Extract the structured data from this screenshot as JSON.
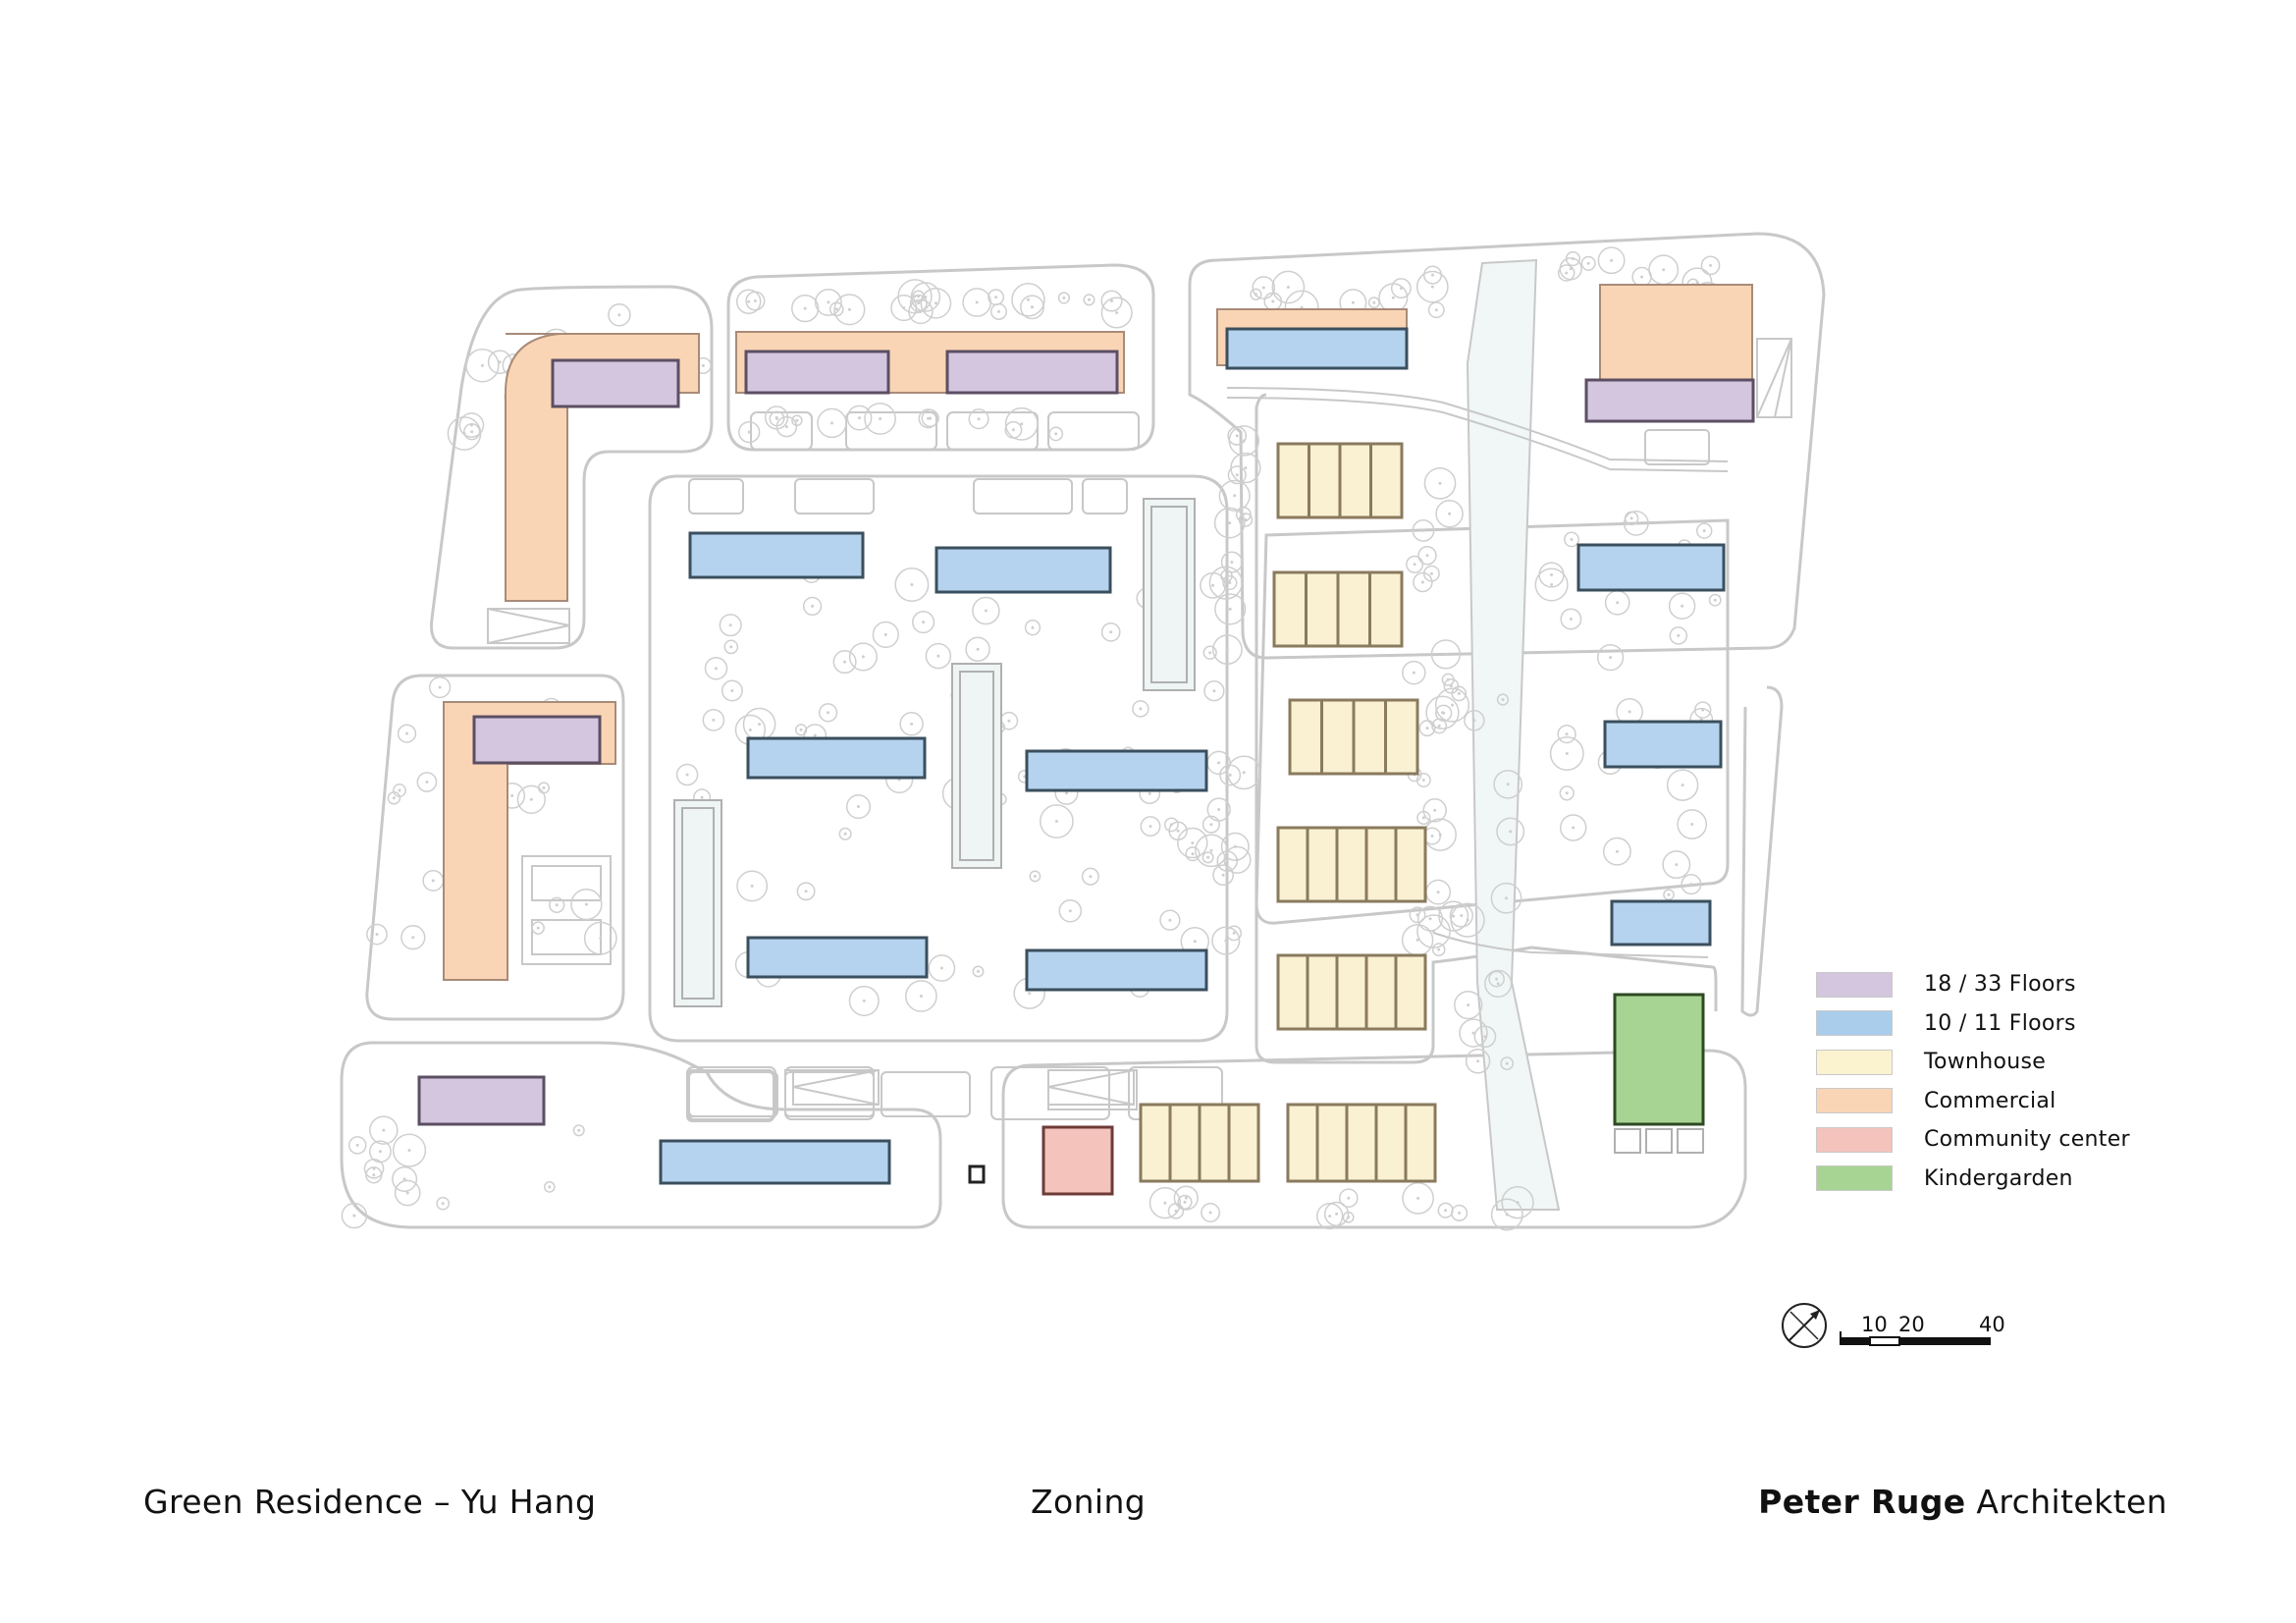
{
  "legend": {
    "items": [
      {
        "label": "18 / 33 Floors",
        "color": "#d4c6df"
      },
      {
        "label": "10 / 11 Floors",
        "color": "#a9cdea"
      },
      {
        "label": "Townhouse",
        "color": "#fbf2cf"
      },
      {
        "label": "Commercial",
        "color": "#fad5b5"
      },
      {
        "label": "Community center",
        "color": "#f4c3bc"
      },
      {
        "label": "Kindergarden",
        "color": "#a8d493"
      }
    ]
  },
  "scale_bar": {
    "label_10": "10",
    "label_20": "20",
    "label_40": "40"
  },
  "footer": {
    "project": "Green Residence – Yu Hang",
    "drawing": "Zoning",
    "office_bold": "Peter Ruge",
    "office_rest": " Architekten"
  },
  "colors": {
    "tall": "#d4c6df",
    "mid": "#b5d3ee",
    "townhouse": "#f9f1d1",
    "commercial": "#fad5b5",
    "community": "#f4c3bc",
    "kindergarten": "#a8d493",
    "road": "#c8c8c8",
    "tree": "#cfcfcf"
  },
  "icons": {
    "north_arrow": "compass-icon"
  }
}
